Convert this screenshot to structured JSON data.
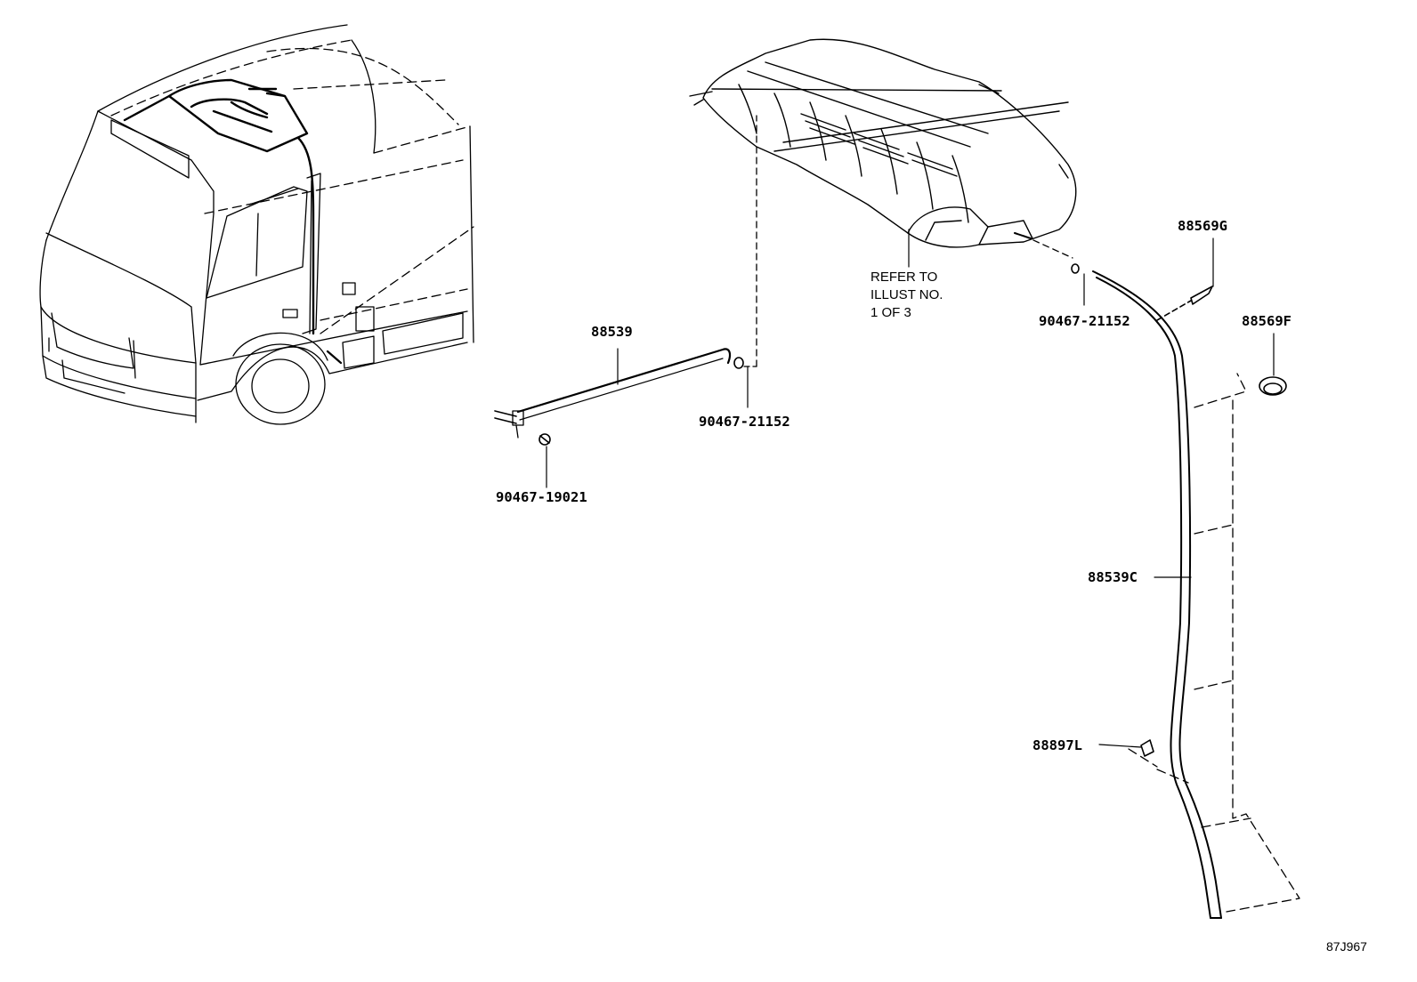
{
  "callouts": {
    "p88539": "88539",
    "p90467_19021": "90467-19021",
    "p90467_21152_left": "90467-21152",
    "p90467_21152_right": "90467-21152",
    "p88569G": "88569G",
    "p88569F": "88569F",
    "p88539C": "88539C",
    "p88897L": "88897L"
  },
  "refer_note": {
    "line1": "REFER TO",
    "line2": "ILLUST NO.",
    "line3": "1 OF 3"
  },
  "illustration_code": "87J967",
  "icons": {
    "vehicle": "bus-outline-icon",
    "ac_unit": "roof-ac-unit-icon",
    "hose": "drain-hose-icon",
    "clamp": "hose-clamp-icon"
  },
  "colors": {
    "line": "#000000",
    "background": "#ffffff"
  }
}
